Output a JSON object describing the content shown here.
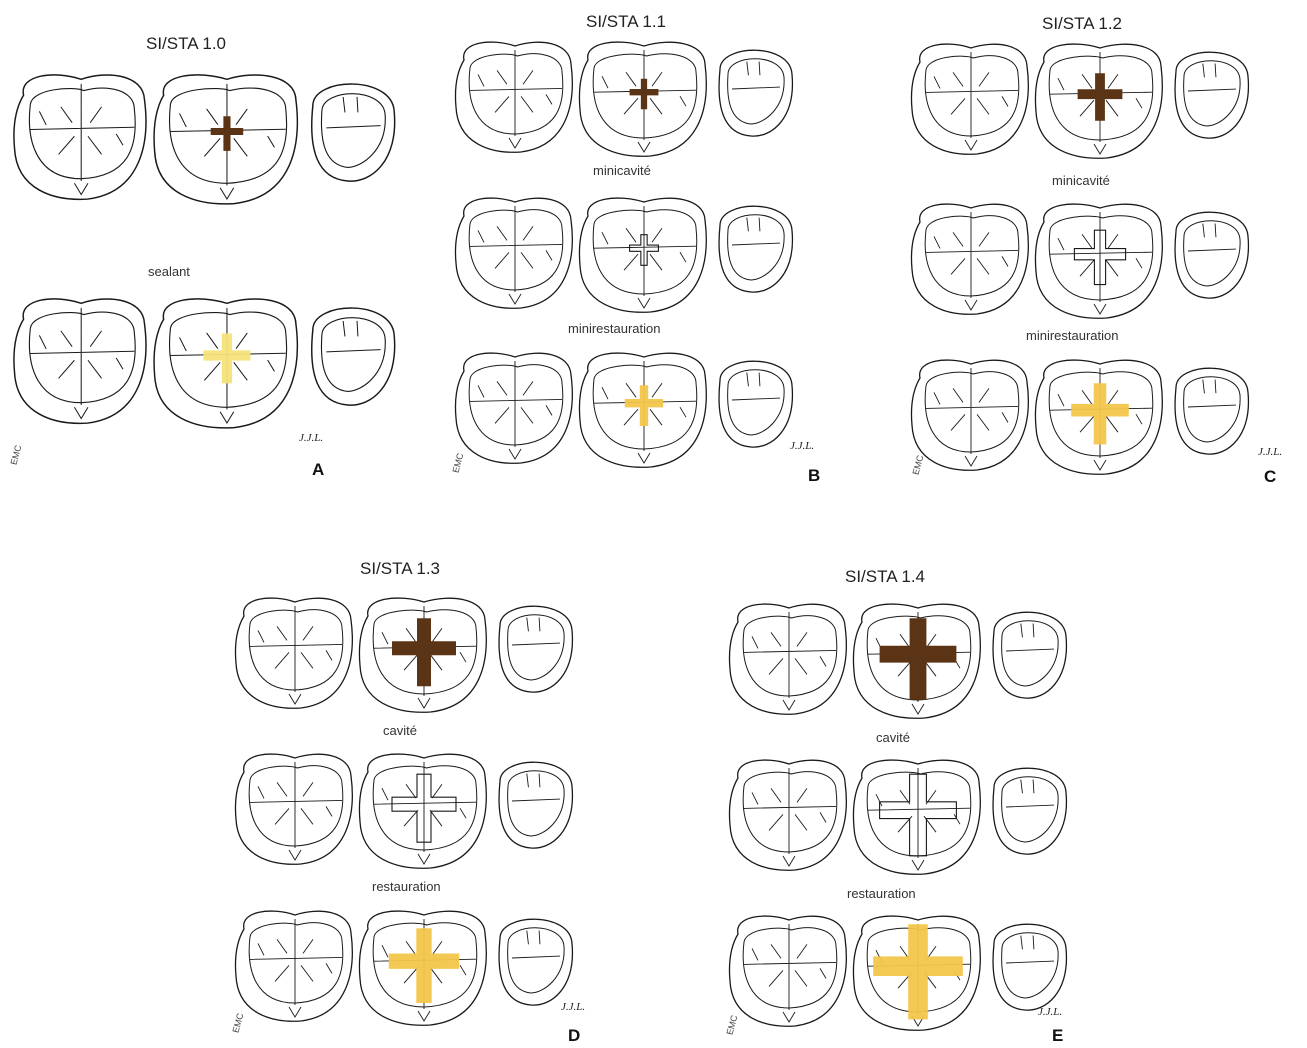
{
  "colors": {
    "outline": "#1a1a1a",
    "caries": "#5a3415",
    "sealant_light": "#f6e37a",
    "restoration": "#f3c64a"
  },
  "panels": [
    {
      "id": "A",
      "title": "SI/STA 1.0",
      "letter": "A",
      "signature": "J.J.L.",
      "logo_text": "EMC",
      "labels": [
        "sealant"
      ],
      "rows": [
        "caries-small",
        "sealant"
      ]
    },
    {
      "id": "B",
      "title": "SI/STA 1.1",
      "letter": "B",
      "signature": "J.J.L.",
      "logo_text": "EMC",
      "labels": [
        "minicavité",
        "minirestauration"
      ],
      "rows": [
        "caries-small",
        "cavity-thin",
        "restoration-thin"
      ]
    },
    {
      "id": "C",
      "title": "SI/STA 1.2",
      "letter": "C",
      "signature": "J.J.L.",
      "logo_text": "EMC",
      "labels": [
        "minicavité",
        "minirestauration"
      ],
      "rows": [
        "caries-medium",
        "cavity-medium",
        "restoration-medium"
      ]
    },
    {
      "id": "D",
      "title": "SI/STA 1.3",
      "letter": "D",
      "signature": "J.J.L.",
      "logo_text": "EMC",
      "labels": [
        "cavité",
        "restauration"
      ],
      "rows": [
        "caries-large",
        "cavity-large",
        "restoration-large"
      ]
    },
    {
      "id": "E",
      "title": "SI/STA 1.4",
      "letter": "E",
      "signature": "J.J.L.",
      "logo_text": "EMC",
      "labels": [
        "cavité",
        "restauration"
      ],
      "rows": [
        "caries-xl",
        "cavity-xl",
        "restoration-xl"
      ]
    }
  ]
}
